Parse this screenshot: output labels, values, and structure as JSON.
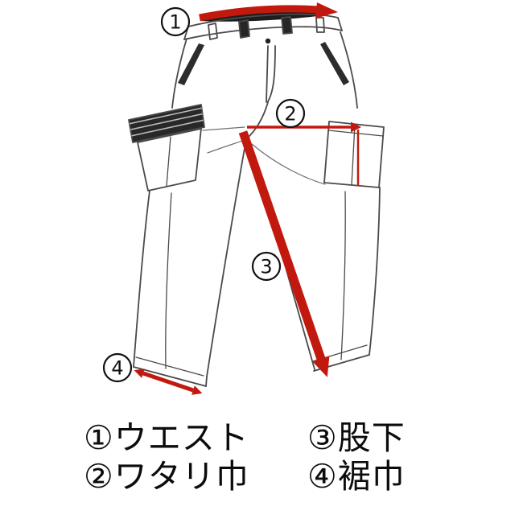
{
  "diagram_title": "pants-size-measurement-guide",
  "markers": {
    "waist": "1",
    "thigh": "2",
    "inseam": "3",
    "hem": "4"
  },
  "legend": {
    "items": [
      {
        "num": "①",
        "text": "ウエスト"
      },
      {
        "num": "③",
        "text": "股下"
      },
      {
        "num": "②",
        "text": "ワタリ巾"
      },
      {
        "num": "④",
        "text": "裾巾"
      }
    ]
  },
  "colors": {
    "arrow_red": "#c2190e",
    "line_gray": "#4a4a4a",
    "dark_fill": "#1d1d1d"
  }
}
